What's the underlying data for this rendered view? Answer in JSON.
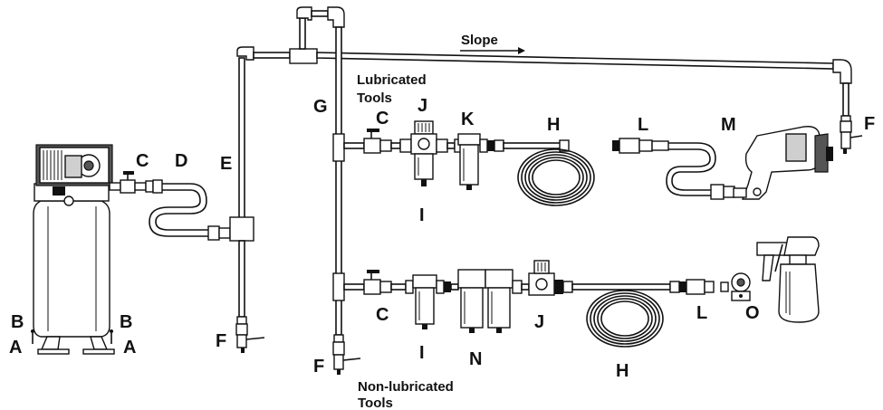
{
  "labels": {
    "A": "A",
    "B": "B",
    "C": "C",
    "D": "D",
    "E": "E",
    "F": "F",
    "G": "G",
    "H": "H",
    "I": "I",
    "J": "J",
    "K": "K",
    "L": "L",
    "M": "M",
    "N": "N",
    "O": "O"
  },
  "slope_label": "Slope",
  "lubricated_line1": "Lubricated",
  "lubricated_line2": "Tools",
  "nonlubricated_line1": "Non-lubricated",
  "nonlubricated_line2": "Tools"
}
